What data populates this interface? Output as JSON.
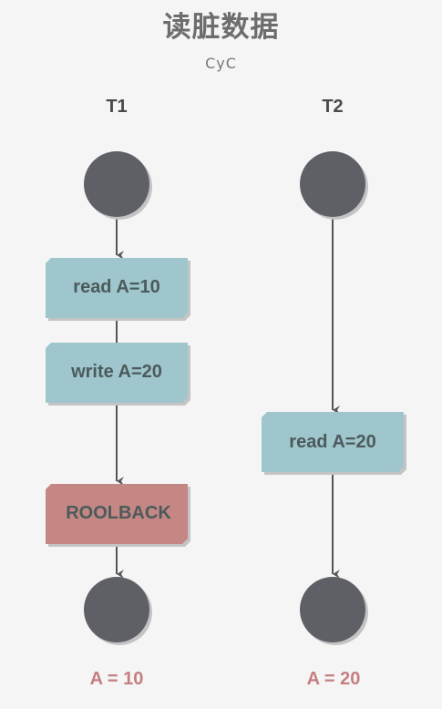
{
  "title": "读脏数据",
  "author": "CyC",
  "lanes": [
    {
      "label": "T1",
      "result": "A = 10"
    },
    {
      "label": "T2",
      "result": "A = 20"
    }
  ],
  "steps": {
    "t1_read": "read A=10",
    "t1_write": "write A=20",
    "t1_rollback": "ROOLBACK",
    "t2_read": "read A=20"
  },
  "colors": {
    "background": "#f5f5f5",
    "node": "#5f6066",
    "operation": "#9ec6cc",
    "rollback": "#c48784",
    "result_text": "#c47f80",
    "arrow": "#555555"
  }
}
